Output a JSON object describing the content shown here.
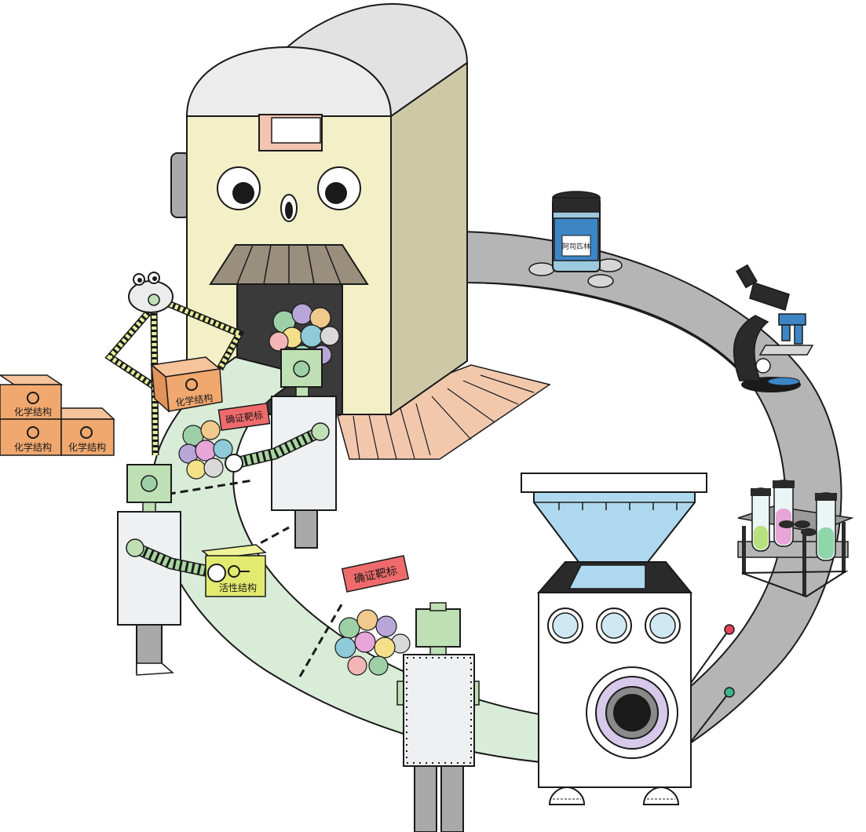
{
  "labels": {
    "chemical_structure": "化学结构",
    "confirm_target": "确证靶标",
    "active_structure": "活性结构",
    "aspirin": "阿司匹林"
  },
  "colors": {
    "outline": "#1a1a1a",
    "factory_front": "#f3efc6",
    "factory_side": "#cdc8a6",
    "roof": "#ececec",
    "green_belt": "#d9ecd8",
    "gray_belt": "#b5b5b5",
    "robot_body": "#eef0f1",
    "robot_head": "#bfe0b5",
    "orange_box": "#f0a86e",
    "yellow_box": "#e2ea6f",
    "red_tag": "#ef6b6b",
    "hopper_blue": "#aed8ef",
    "floor_pink": "#f2c8ad",
    "aspirin_blue": "#3d86c6"
  }
}
